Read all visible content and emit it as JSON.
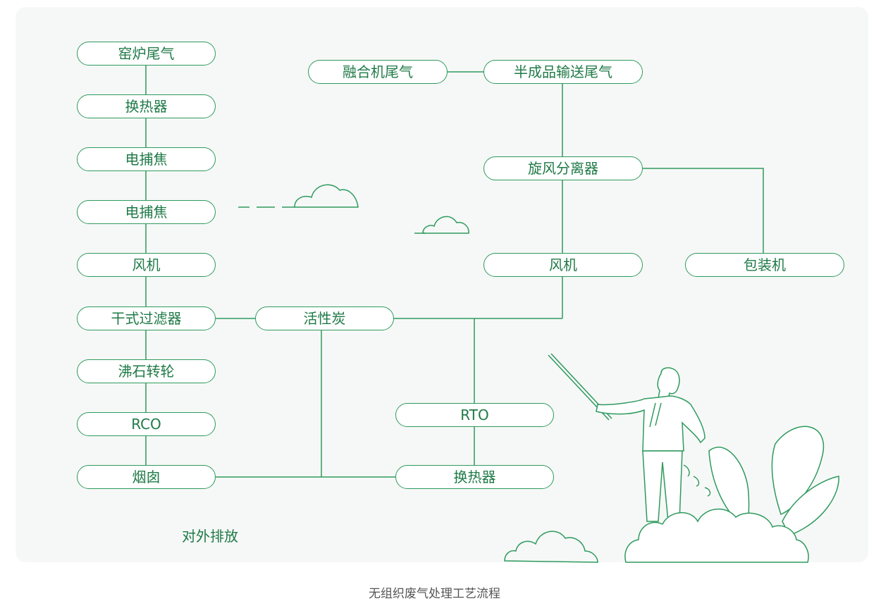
{
  "colors": {
    "accent": "#2e9a5e",
    "text": "#1f7a47",
    "panel": "#f6f8f7"
  },
  "nodes": {
    "kiln_exhaust": "窑炉尾气",
    "heat_exchanger_left": "换热器",
    "electric_tar_1": "电捕焦",
    "electric_tar_2": "电捕焦",
    "fan_left": "风机",
    "dry_filter": "干式过滤器",
    "zeolite_wheel": "沸石转轮",
    "rco": "RCO",
    "chimney": "烟囱",
    "activated_carbon": "活性炭",
    "rto": "RTO",
    "heat_exchanger_bottom": "换热器",
    "fusion_exhaust": "融合机尾气",
    "semi_conveying_exhaust": "半成品输送尾气",
    "cyclone": "旋风分离器",
    "fan_right": "风机",
    "packaging_machine": "包装机"
  },
  "outside_emission_label": "对外排放",
  "caption": "无组织废气处理工艺流程",
  "illustration": {
    "figure": "pointing-man-icon",
    "plants": "plant-leaves-icon",
    "clouds": "cloud-icon"
  }
}
